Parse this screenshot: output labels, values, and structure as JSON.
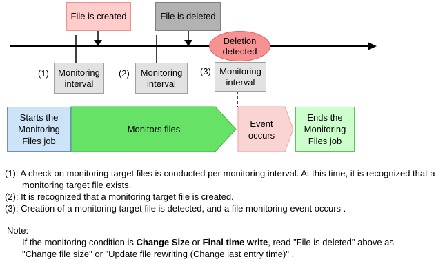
{
  "colors": {
    "created_fill": "#FFCCCC",
    "created_border": "#EE9191",
    "deleted_fill": "#B2B2B2",
    "deleted_border": "#7F7F7F",
    "ellipse_fill": "#F69292",
    "ellipse_border": "#E15F5F",
    "interval_fill": "#E2E2E2",
    "interval_border": "#A0A0A0",
    "start_fill": "#CDE3F8",
    "start_border": "#6E8CC8",
    "monitor_fill": "#66E266",
    "monitor_border": "#3CB43C",
    "event_fill": "#FAD3D3",
    "event_border": "#F0A0A0",
    "end_fill": "#CCFFCC",
    "end_border": "#5FC35F",
    "line": "#000000"
  },
  "timeline": {
    "created_label": "File is created",
    "deleted_label": "File is deleted",
    "deletion_detected_label": "Deletion detected"
  },
  "intervals": {
    "marker1_num": "(1)",
    "marker2_num": "(2)",
    "marker3_num": "(3)",
    "box_label": "Monitoring interval"
  },
  "flow": {
    "start_label": "Starts the Monitoring Files job",
    "monitor_label": "Monitors files",
    "event_label": "Event occurs",
    "end_label": "Ends the Monitoring Files job"
  },
  "notes": {
    "item1": "(1): A check on monitoring target files is conducted per monitoring interval. At this time, it is recognized that a monitoring target file exists.",
    "item2": "(2): It is recognized that a monitoring target file is created.",
    "item3": "(3): Creation of a monitoring target file is detected, and a file monitoring event occurs .",
    "note_title": "Note:",
    "note_seg1": "If the monitoring condition is ",
    "note_bold1": "Change Size",
    "note_seg2": " or ",
    "note_bold2": "Final time write",
    "note_seg3": ", read \"File is deleted\" above as \"Change file size\" or \"Update file rewriting (Change last entry time)\" ."
  }
}
